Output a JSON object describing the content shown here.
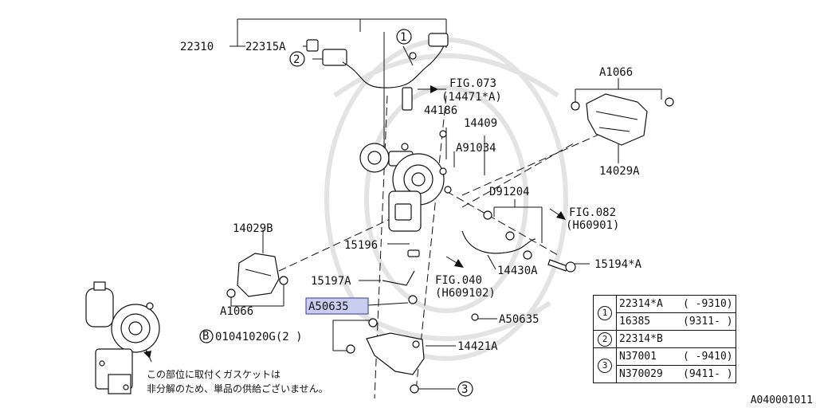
{
  "labels": {
    "p22310": "22310",
    "p22315a": "22315A",
    "c2": "2",
    "c1": "1",
    "fig073": "FIG.073",
    "fig073_sub": "(14471*A)",
    "p44186": "44186",
    "p14409": "14409",
    "a91034": "A91034",
    "a1066_top": "A1066",
    "p14029a": "14029A",
    "d91204": "D91204",
    "fig082": "FIG.082",
    "fig082_sub": "(H60901)",
    "p14029b": "14029B",
    "p15196": "15196",
    "p15194a": "15194*A",
    "p14430a": "14430A",
    "fig040": "FIG.040",
    "fig040_sub": "(H609102)",
    "p15197a": "15197A",
    "a1066_bottom": "A1066",
    "a50635_hl": "A50635",
    "a50635": "A50635",
    "b_letter": "B",
    "bolt": "01041020G(2 )",
    "p14421a": "14421A",
    "c3": "3",
    "note_line1": "この部位に取付くガスケットは",
    "note_line2": "非分解のため、単品の供給ございません。"
  },
  "legend": {
    "rows": [
      {
        "num": "1",
        "part": "22314*A",
        "range": "( -9310)"
      },
      {
        "num": "",
        "part": "16385",
        "range": "(9311- )"
      },
      {
        "num": "2",
        "part": "22314*B",
        "range": ""
      },
      {
        "num": "3",
        "part": "N37001",
        "range": "( -9410)"
      },
      {
        "num": "",
        "part": "N370029",
        "range": "(9411- )"
      }
    ]
  },
  "figure_code": "A040001011"
}
